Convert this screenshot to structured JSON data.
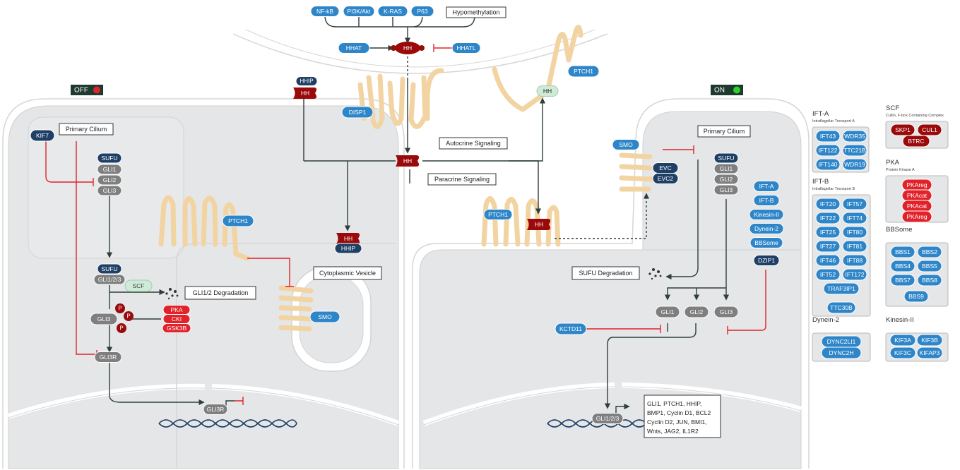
{
  "colors": {
    "blue": "#2E86C9",
    "dark_blue": "#1F3F66",
    "dark_red": "#9A0A0A",
    "red": "#E0232A",
    "grey": "#7F7F7F",
    "light_green": "#CFEBD7",
    "membrane": "#F2D4A2",
    "cell_fill": "#E5E6E8",
    "line": "#2F3F3A",
    "inhibit": "#E0232A",
    "off_dot": "#E0232A",
    "on_dot": "#2BD12B"
  },
  "top": {
    "upstream": [
      "NF-kB",
      "PI3K/Akt",
      "K-RAS",
      "P63"
    ],
    "hypomethylation": "Hypomethylation",
    "hhat": "HHAT",
    "hh": "HH",
    "hhatl": "HHATL",
    "disp1": "DISP1",
    "hhip": "HHIP",
    "ptch1": "PTCH1",
    "autocrine": "Autocrine Signaling",
    "paracrine": "Paracrine Signaling"
  },
  "left": {
    "status": "OFF",
    "primary_cilium": "Primary Cilium",
    "kif7": "KIF7",
    "sufu": "SUFU",
    "gli1": "GLI1",
    "gli2": "GLI2",
    "gli3": "GLI3",
    "gli123": "GLI1/2/3",
    "scf": "SCF",
    "degradation": "GLI1/2 Degradation",
    "p": "P",
    "pka": "PKA",
    "cki": "CKI",
    "gsk3b": "GSK3B",
    "gli3r": "GLI3R",
    "ptch1": "PTCH1",
    "vesicle": "Cytoplasmic Vesicle",
    "smo": "SMO"
  },
  "middle": {
    "hh": "HH",
    "hhip": "HHIP"
  },
  "right": {
    "status": "ON",
    "primary_cilium": "Primary Cilium",
    "smo": "SMO",
    "evc": "EVC",
    "evc2": "EVC2",
    "sufu": "SUFU",
    "gli1": "GLI1",
    "gli2": "GLI2",
    "gli3": "GLI3",
    "ptch1": "PTCH1",
    "hh": "HH",
    "transport": [
      "IFT-A",
      "IFT-B",
      "Kinesin-II",
      "Dynein-2",
      "BBSome"
    ],
    "dzip1": "DZIP1",
    "sufu_degradation": "SUFU Degradation",
    "kctd11": "KCTD11",
    "gli123": "GLI1/2/3",
    "target_genes": [
      "GLI1, PTCH1, HHIP,",
      "BMP1, Cyclin D1, BCL2",
      "Cyclin D2, JUN, BMI1,",
      "Wnts, JAG2, IL1R2"
    ]
  },
  "legend": {
    "ift_a": {
      "title": "IFT-A",
      "subtitle": "Intraflagellar Transport A",
      "items": [
        "IFT43",
        "WDR35",
        "IFT122",
        "TTC21B",
        "IFT140",
        "WDR19"
      ]
    },
    "ift_b": {
      "title": "IFT-B",
      "subtitle": "Intraflagellar Transport B",
      "items": [
        "IFT20",
        "IFT57",
        "IFT22",
        "IFT74",
        "IFT25",
        "IFT80",
        "IFT27",
        "IFT81",
        "IFT46",
        "IFT88",
        "IFT52",
        "IFT172",
        "TRAF3IP1",
        "TTC30B"
      ]
    },
    "dynein2": {
      "title": "Dynein-2",
      "items": [
        "DYNC2LI1",
        "DYNC2H"
      ]
    },
    "scf": {
      "title": "SCF",
      "subtitle": "Cullin, F-box Containing Complex",
      "items": [
        "SKP1",
        "CUL1",
        "BTRC"
      ]
    },
    "pka": {
      "title": "PKA",
      "subtitle": "Protein Kinase A",
      "items": [
        "PKAreg",
        "PKAcat",
        "PKAcat",
        "PKAreg"
      ]
    },
    "bbsome": {
      "title": "BBSome",
      "items": [
        "BBS1",
        "BBS2",
        "BBS4",
        "BBS5",
        "BBS7",
        "BBS8",
        "BBS9"
      ]
    },
    "kinesin2": {
      "title": "Kinesin-II",
      "items": [
        "KIF3A",
        "KIF3B",
        "KIF3C",
        "KIFAP3"
      ]
    }
  }
}
